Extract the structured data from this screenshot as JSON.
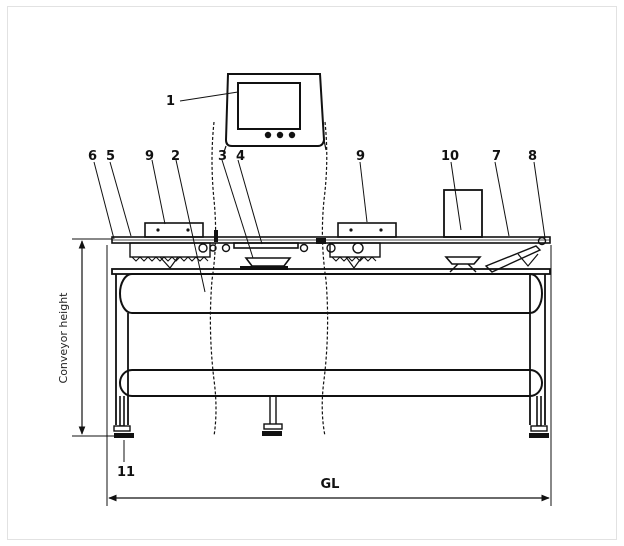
{
  "labels": {
    "display": "1",
    "weigh_conveyor": "2",
    "load_cell": "3",
    "weigh_frame": "4",
    "infeed_end": "5",
    "infeed_roller": "6",
    "outfeed_belt": "7",
    "outfeed_roller": "8",
    "side_guide_left": "9",
    "side_guide_right": "9",
    "reject_unit": "10",
    "foot": "11"
  },
  "dimensions": {
    "height_label": "Conveyor height",
    "length_label": "GL"
  }
}
